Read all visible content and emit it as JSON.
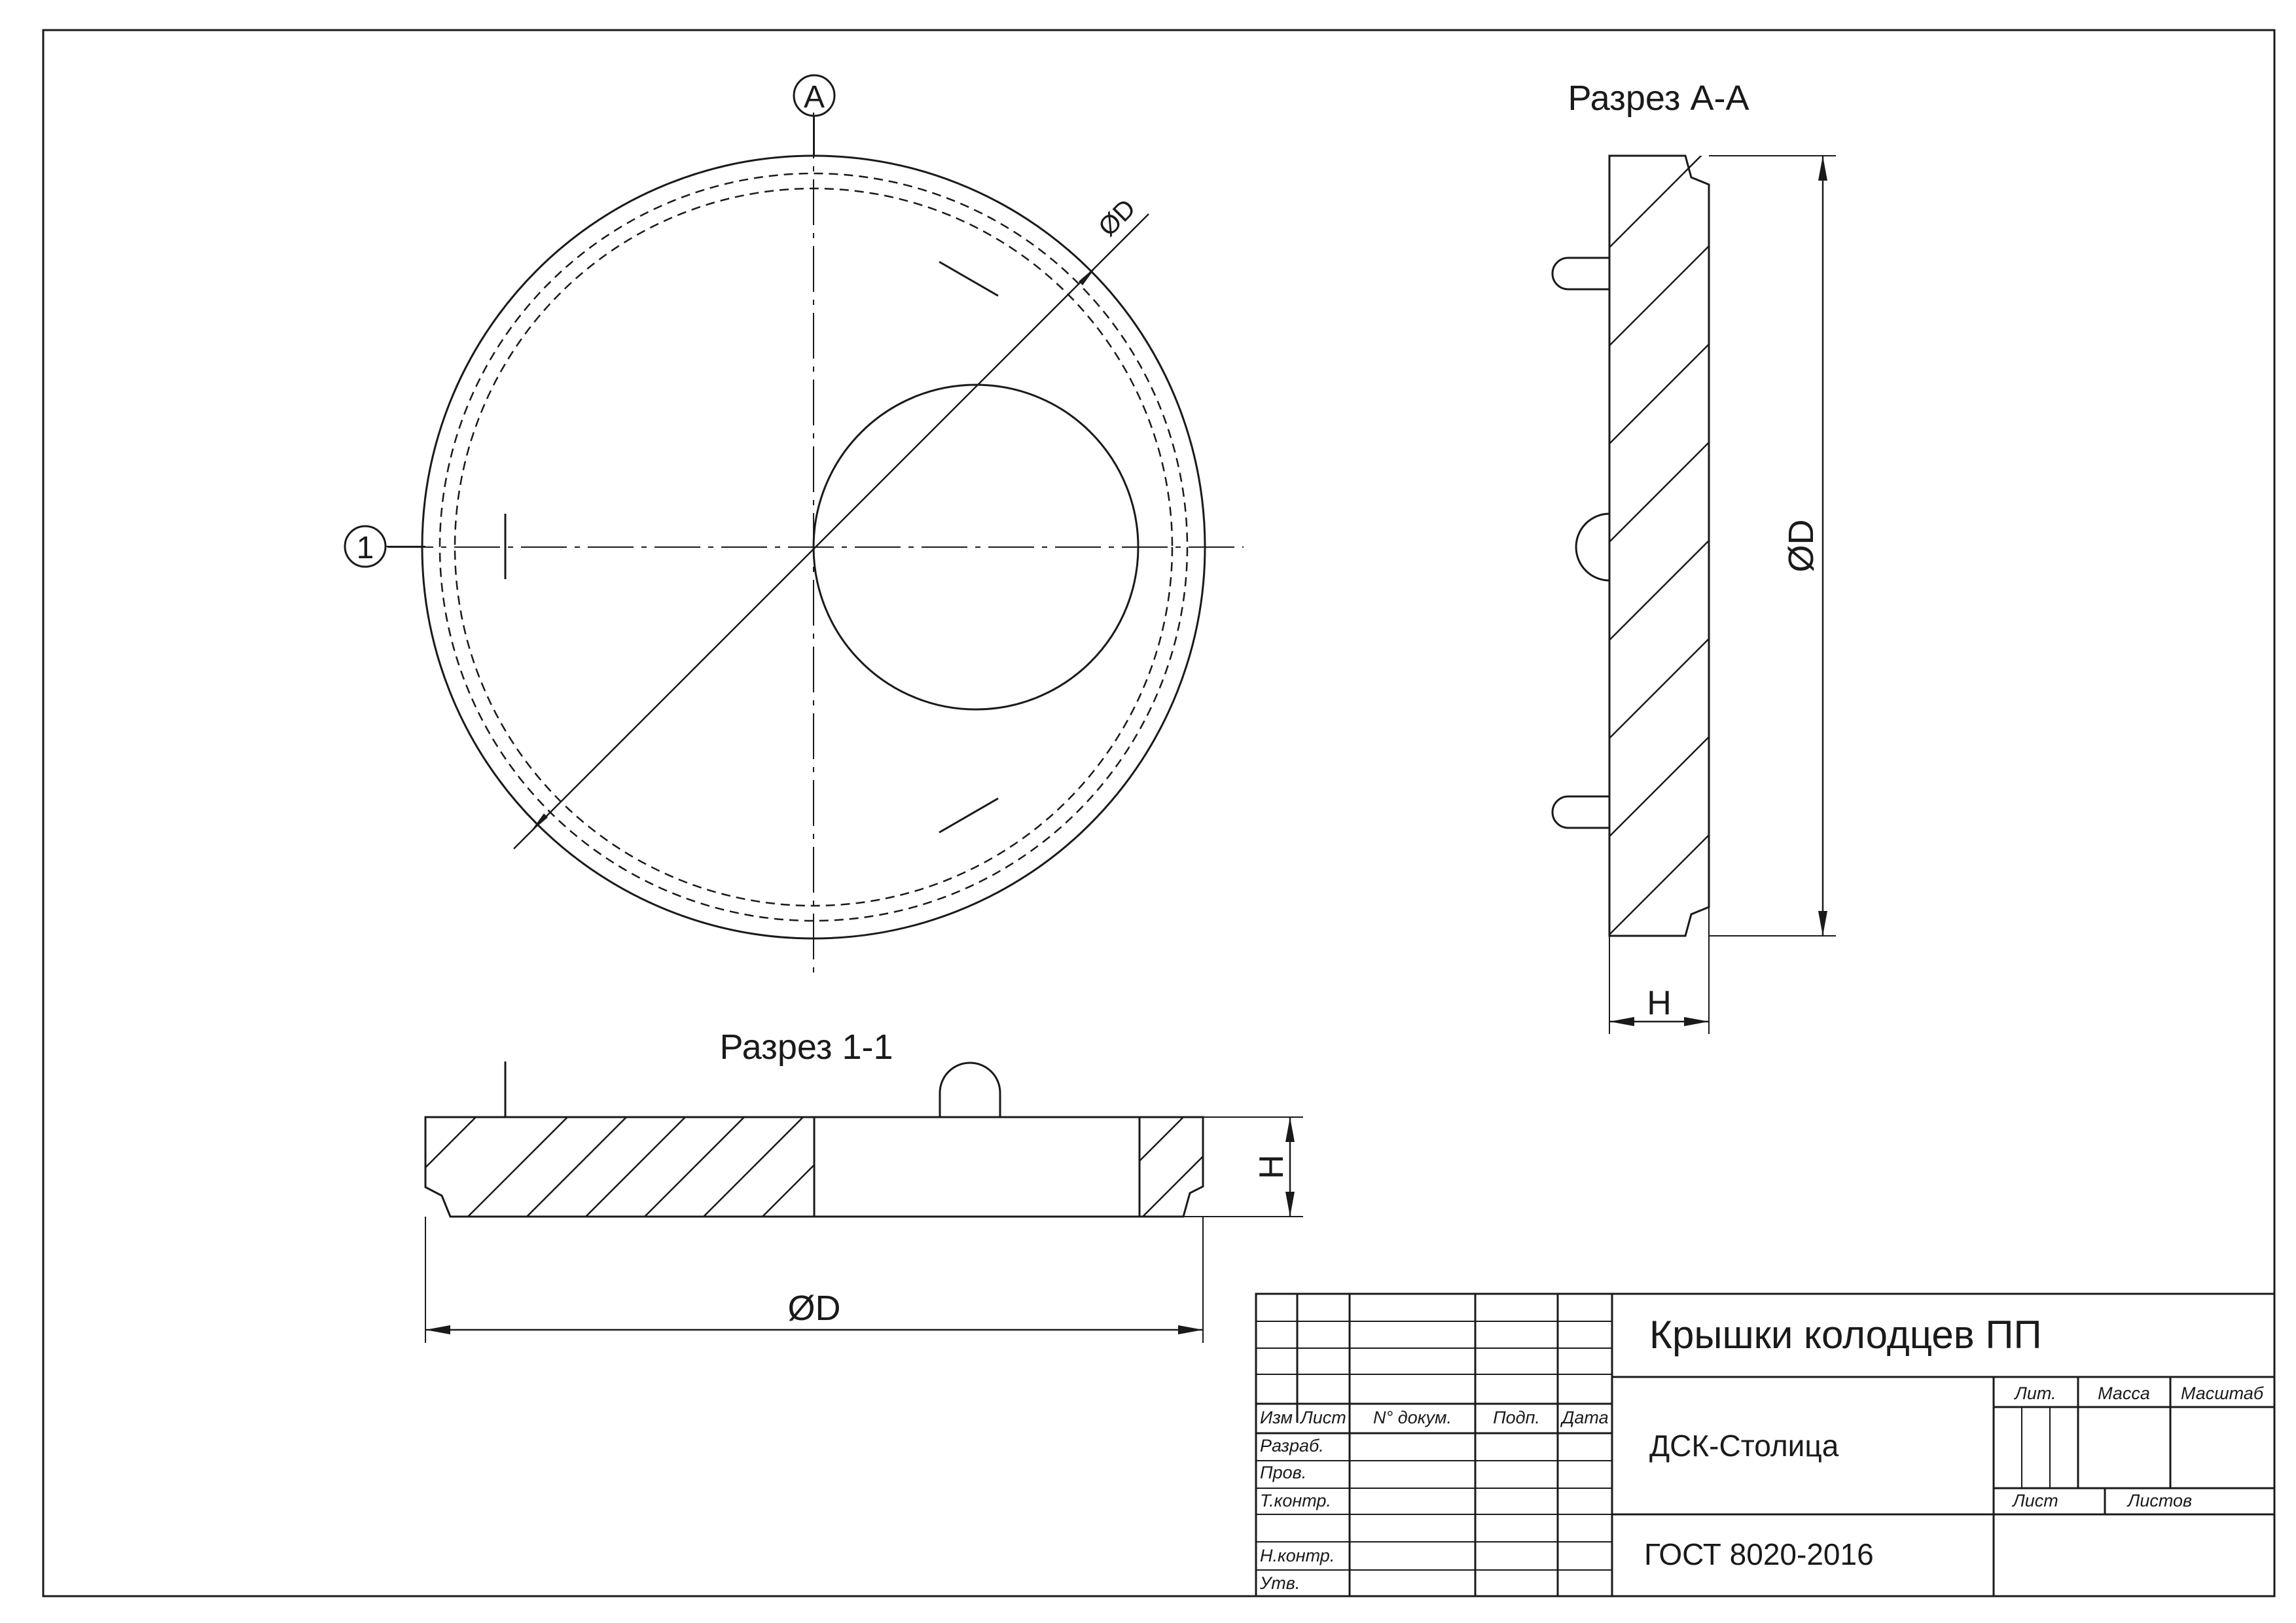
{
  "colors": {
    "line": "#1a1a1a",
    "paper": "#ffffff"
  },
  "plan_view": {
    "label_a": "A",
    "label_1": "1",
    "dim_diameter": "ØD"
  },
  "section_aa": {
    "title": "Разрез А-А",
    "dim_diameter": "ØD",
    "dim_height": "H"
  },
  "section_11": {
    "title": "Разрез 1-1",
    "dim_diameter": "ØD",
    "dim_height": "H"
  },
  "title_block": {
    "title": "Крышки колодцев ПП",
    "organization": "ДСК-Столица",
    "standard": "ГОСТ 8020-2016",
    "col_izm": "Изм",
    "col_list": "Лист",
    "col_doc": "N° докум.",
    "col_sign": "Подп.",
    "col_date": "Дата",
    "row_razrab": "Разраб.",
    "row_prov": "Пров.",
    "row_tkontr": "Т.контр.",
    "row_nkontr": "Н.контр.",
    "row_utv": "Утв.",
    "lit": "Лит.",
    "massa": "Масса",
    "masshtab": "Масштаб",
    "list": "Лист",
    "listov": "Листов"
  }
}
